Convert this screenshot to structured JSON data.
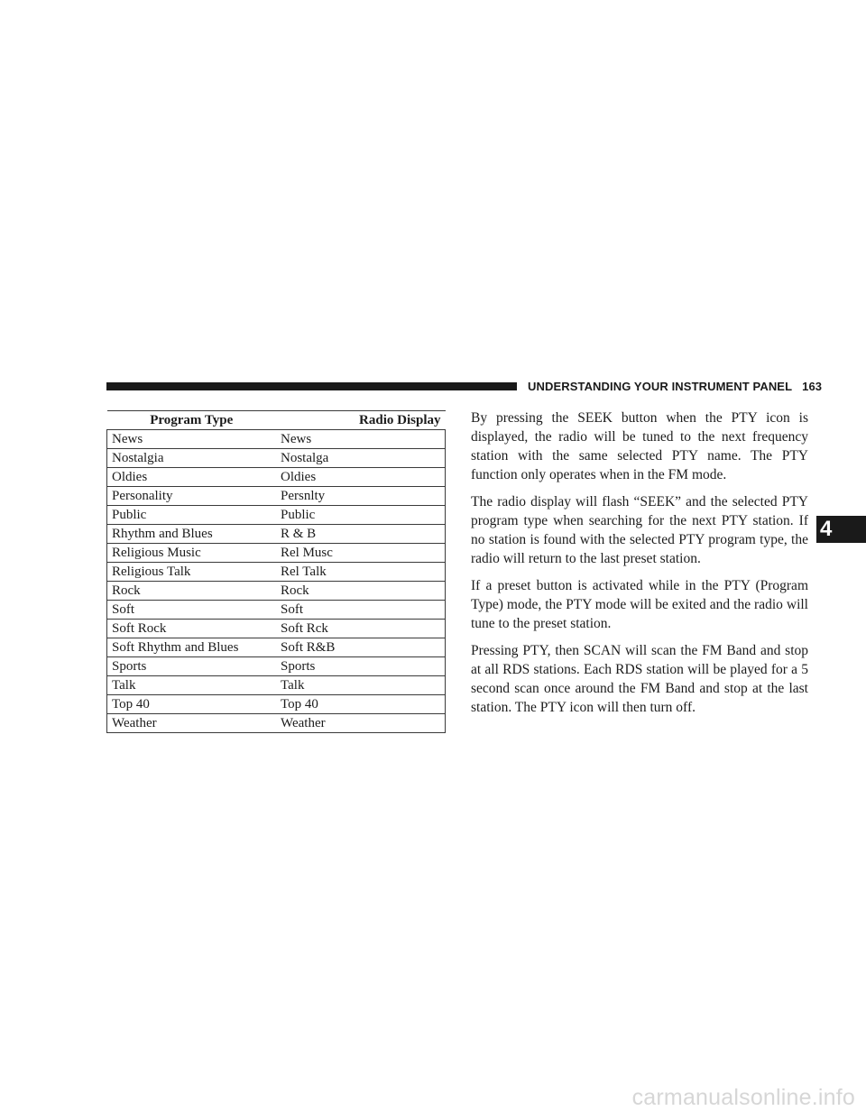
{
  "header": {
    "section_title": "UNDERSTANDING YOUR INSTRUMENT PANEL",
    "page_number": "163"
  },
  "chapter_tab": "4",
  "table": {
    "headers": [
      "Program Type",
      "Radio Display"
    ],
    "rows": [
      [
        "News",
        "News"
      ],
      [
        "Nostalgia",
        "Nostalga"
      ],
      [
        "Oldies",
        "Oldies"
      ],
      [
        "Personality",
        "Persnlty"
      ],
      [
        "Public",
        "Public"
      ],
      [
        "Rhythm and Blues",
        "R & B"
      ],
      [
        "Religious Music",
        "Rel Musc"
      ],
      [
        "Religious Talk",
        "Rel Talk"
      ],
      [
        "Rock",
        "Rock"
      ],
      [
        "Soft",
        "Soft"
      ],
      [
        "Soft Rock",
        "Soft Rck"
      ],
      [
        "Soft Rhythm and Blues",
        "Soft R&B"
      ],
      [
        "Sports",
        "Sports"
      ],
      [
        "Talk",
        "Talk"
      ],
      [
        "Top 40",
        "Top 40"
      ],
      [
        "Weather",
        "Weather"
      ]
    ]
  },
  "paragraphs": [
    "By pressing the SEEK button when the PTY icon is displayed, the radio will be tuned to the next frequency station with the same selected PTY name. The PTY function only operates when in the FM mode.",
    "The radio display will flash “SEEK” and the selected PTY program type when searching for the next PTY station. If no station is found with the selected PTY program type, the radio will return to the last preset station.",
    "If a preset button is activated while in the PTY (Program Type) mode, the PTY mode will be exited and the radio will tune to the preset station.",
    "Pressing PTY, then SCAN will scan the FM Band and stop at all RDS stations. Each RDS station will be played for a 5 second scan once around the FM Band and stop at the last station. The PTY icon will then turn off."
  ],
  "watermark": "carmanualsonline.info"
}
